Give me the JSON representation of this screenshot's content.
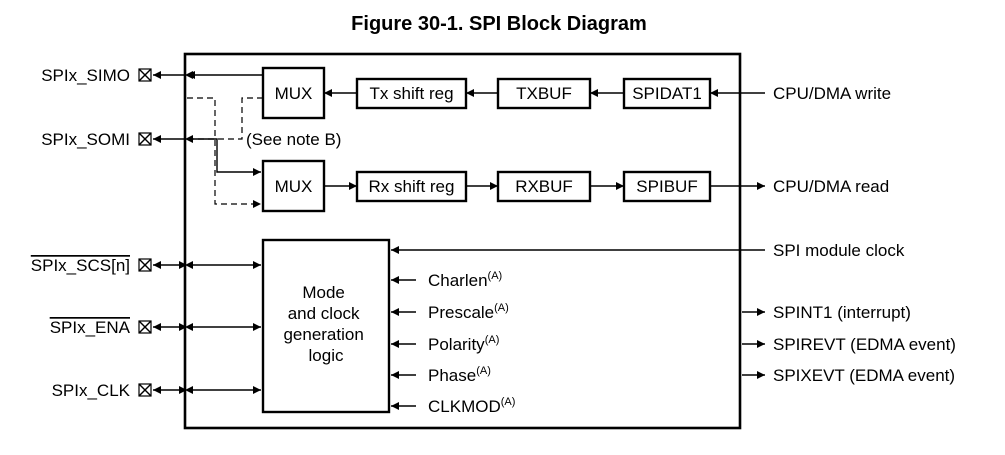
{
  "title": "Figure 30-1. SPI Block Diagram",
  "blocks": {
    "mux_tx": "MUX",
    "tx_shift": "Tx shift reg",
    "txbuf": "TXBUF",
    "spidat1": "SPIDAT1",
    "mux_rx": "MUX",
    "rx_shift": "Rx shift reg",
    "rxbuf": "RXBUF",
    "spibuf": "SPIBUF",
    "mode_clock": [
      "Mode",
      "and clock",
      "generation",
      "logic"
    ]
  },
  "note": "(See note B)",
  "pins": {
    "simo": "SPIx_SIMO",
    "somi": "SPIx_SOMI",
    "scs": "SPIx_SCS[n]",
    "ena": "SPIx_ENA",
    "clk": "SPIx_CLK"
  },
  "right_signals": {
    "cpu_write": "CPU/DMA write",
    "cpu_read": "CPU/DMA read",
    "module_clock": "SPI module clock",
    "spint1": "SPINT1 (interrupt)",
    "spirevt": "SPIREVT (EDMA event)",
    "spixevt": "SPIXEVT (EDMA event)"
  },
  "config_inputs": [
    {
      "label": "Charlen",
      "note": "(A)"
    },
    {
      "label": "Prescale",
      "note": "(A)"
    },
    {
      "label": "Polarity",
      "note": "(A)"
    },
    {
      "label": "Phase",
      "note": "(A)"
    },
    {
      "label": "CLKMOD",
      "note": "(A)"
    }
  ]
}
